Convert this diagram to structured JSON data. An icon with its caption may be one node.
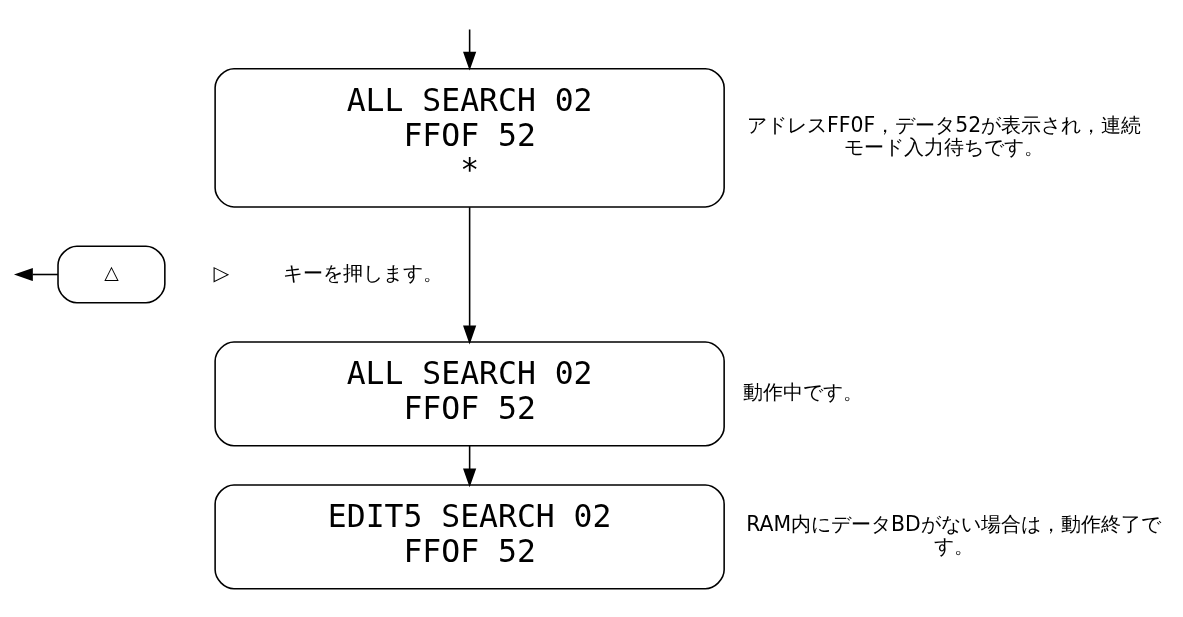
{
  "diagram": {
    "nodes": [
      {
        "text": [
          "ALL SEARCH 02",
          "FFOF 52",
          "*"
        ],
        "beside": [
          "アドレスFF0F，データ52が表示され，連続モード入力待ちです。"
        ]
      },
      {
        "text": [
          "ALL SEARCH 02",
          "FFOF 52"
        ],
        "beside": [
          "動作中です。"
        ]
      },
      {
        "text": [
          "EDIT5 SEARCH 02",
          "FFOF 52"
        ],
        "beside": [
          "RAM内にデータBDがない場合は，動作終了です。"
        ]
      },
      {
        "text": [
          "△"
        ],
        "beside": [
          "▷",
          "キーを押します。"
        ]
      }
    ],
    "edges": [
      {
        "from": null,
        "to": 0,
        "arrow": "to"
      },
      {
        "from": 0,
        "to": 1,
        "arrow": "to"
      },
      {
        "from": 1,
        "to": 2,
        "arrow": "to"
      },
      {
        "from": 3,
        "to": null,
        "arrow": "to"
      }
    ]
  }
}
